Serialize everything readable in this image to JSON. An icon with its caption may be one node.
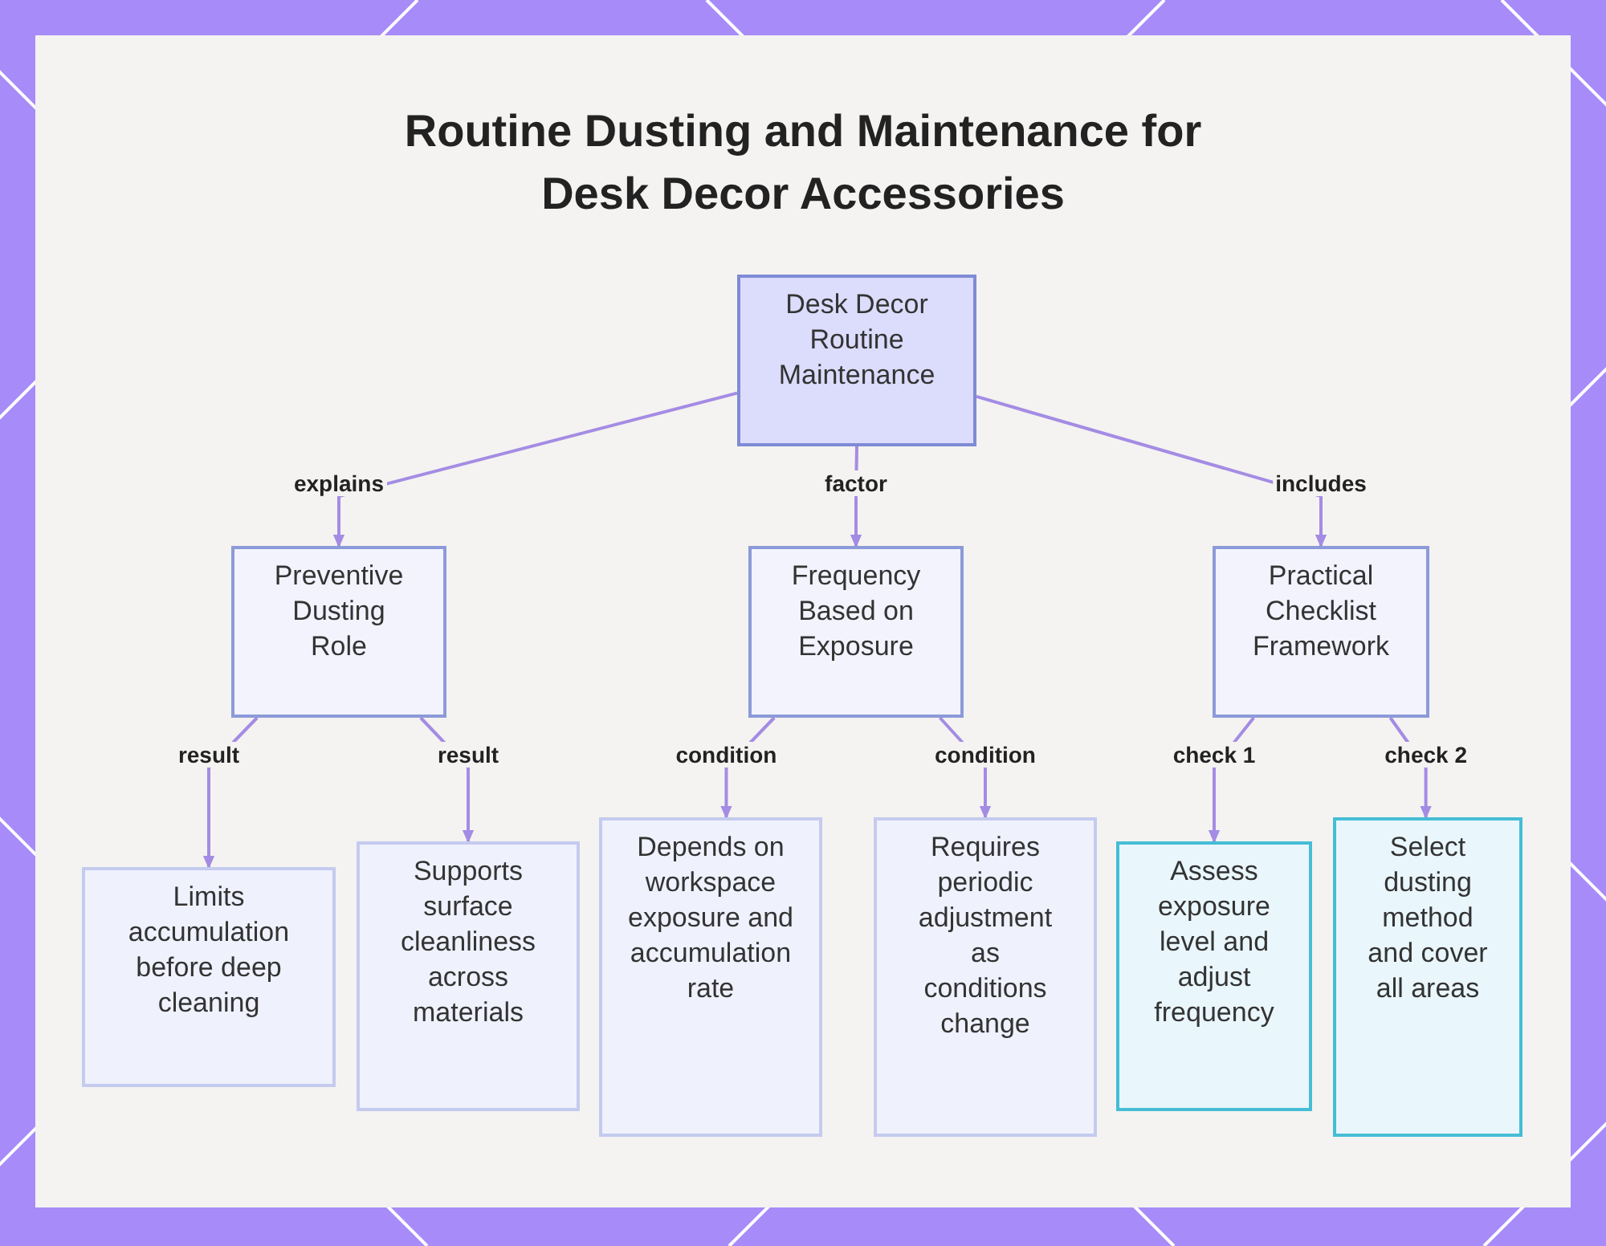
{
  "diagram": {
    "title": "Routine Dusting and Maintenance for Desk Decor Accessories",
    "nodes": [
      {
        "text": [
          "Desk Decor Routine Maintenance"
        ]
      },
      {
        "text": [
          "Preventive Dusting Role"
        ]
      },
      {
        "text": [
          "Frequency Based on Exposure"
        ]
      },
      {
        "text": [
          "Practical Checklist Framework"
        ]
      },
      {
        "text": [
          "Limits accumulation before deep cleaning"
        ]
      },
      {
        "text": [
          "Supports surface cleanliness across materials"
        ]
      },
      {
        "text": [
          "Depends on workspace exposure and accumulation rate"
        ]
      },
      {
        "text": [
          "Requires periodic adjustment as conditions change"
        ]
      },
      {
        "text": [
          "Assess exposure level and adjust frequency"
        ]
      },
      {
        "text": [
          "Select dusting method and cover all areas"
        ]
      }
    ],
    "edges": [
      {
        "from": 0,
        "to": 1,
        "arrow": "to",
        "label": "explains"
      },
      {
        "from": 0,
        "to": 2,
        "arrow": "to",
        "label": "factor"
      },
      {
        "from": 0,
        "to": 3,
        "arrow": "to",
        "label": "includes"
      },
      {
        "from": 1,
        "to": 4,
        "arrow": "to",
        "label": "result"
      },
      {
        "from": 1,
        "to": 5,
        "arrow": "to",
        "label": "result"
      },
      {
        "from": 2,
        "to": 6,
        "arrow": "to",
        "label": "condition"
      },
      {
        "from": 2,
        "to": 7,
        "arrow": "to",
        "label": "condition"
      },
      {
        "from": 3,
        "to": 8,
        "arrow": "to",
        "label": "check 1"
      },
      {
        "from": 3,
        "to": 9,
        "arrow": "to",
        "label": "check 2"
      }
    ]
  }
}
